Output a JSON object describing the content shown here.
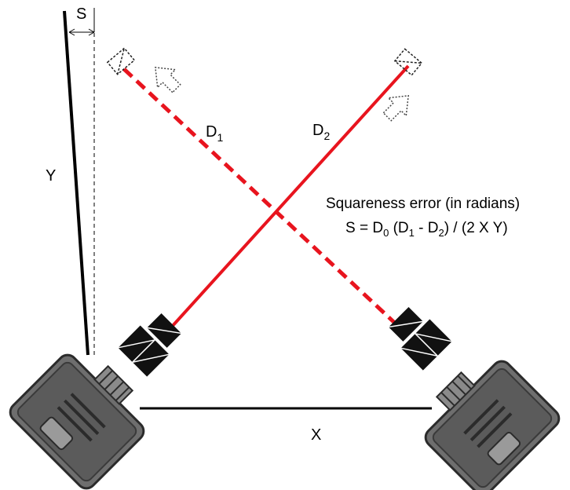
{
  "labels": {
    "s": "S",
    "y": "Y",
    "x": "X",
    "d1_main": "D",
    "d1_sub": "1",
    "d2_main": "D",
    "d2_sub": "2"
  },
  "formula": {
    "title": "Squareness error (in radians)",
    "s_eq": "S = D",
    "d0_sub": "0",
    "paren_open": " (D",
    "d1_sub": "1",
    "minus": " - D",
    "d2_sub": "2",
    "tail": ") / (2 X Y)"
  },
  "colors": {
    "beam": "#e8141e",
    "device_body": "#6b6b6b",
    "device_dark": "#2a2a2a",
    "optic": "#111111",
    "axis": "#000000"
  },
  "icons": {
    "reflector": "dashed-square-reflector",
    "arrow": "hollow-dotted-arrow"
  }
}
